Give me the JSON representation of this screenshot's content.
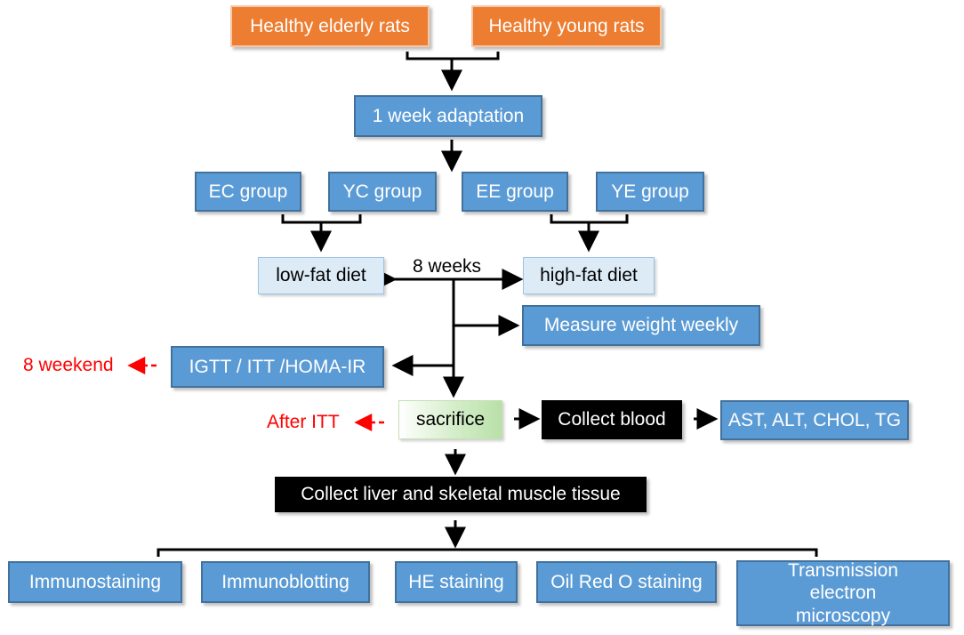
{
  "top": {
    "elderly": "Healthy elderly rats",
    "young": "Healthy young rats"
  },
  "adaptation": "1 week adaptation",
  "groups": {
    "ec": "EC group",
    "yc": "YC group",
    "ee": "EE group",
    "ye": "YE group"
  },
  "diets": {
    "low": "low-fat diet",
    "high": "high-fat diet",
    "duration": "8 weeks"
  },
  "measure_weight": "Measure weight  weekly",
  "tests": "IGTT / ITT  /HOMA-IR",
  "tests_note": "8 weekend",
  "sacrifice": "sacrifice",
  "sacrifice_note": "After ITT",
  "collect_blood": "Collect blood",
  "blood_markers": "AST, ALT, CHOL, TG",
  "collect_tissue": "Collect liver and skeletal muscle tissue",
  "analyses": {
    "immunostaining": "Immunostaining",
    "immunoblotting": "Immunoblotting",
    "he": "HE staining",
    "oil_red": "Oil Red O staining",
    "tem": "Transmission electron microscopy"
  },
  "colors": {
    "orange": "#ED7D31",
    "blue": "#5B9BD5",
    "light_blue": "#DDEBF7",
    "green": "#C5E0B4",
    "black": "#000000",
    "note_red": "#FF0000"
  }
}
